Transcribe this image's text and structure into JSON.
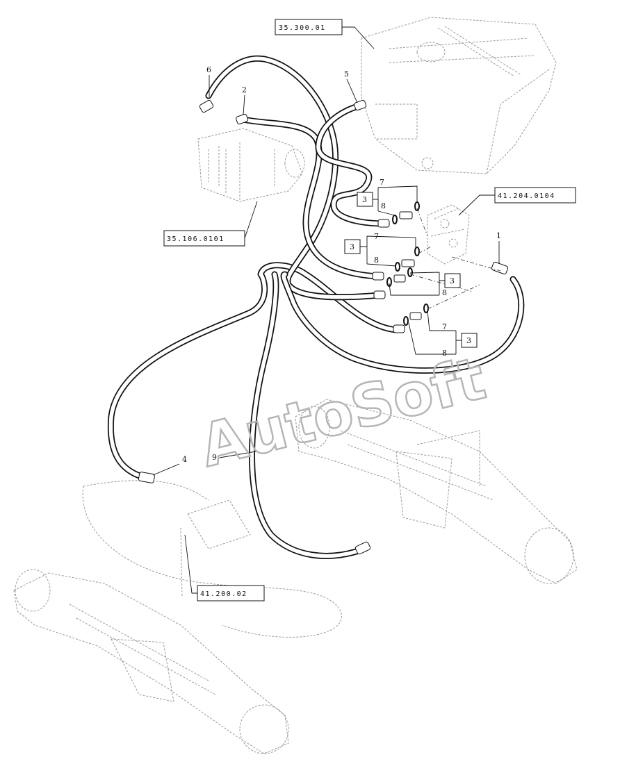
{
  "references": {
    "ref_35_300": "35.300.01",
    "ref_41_204": "41.204.0104",
    "ref_35_106": "35.106.0101",
    "ref_41_200": "41.200.02"
  },
  "callouts": {
    "n1": "1",
    "n2": "2",
    "n4": "4",
    "n5": "5",
    "n6": "6",
    "n7a": "7",
    "n8a": "8",
    "n7b": "7",
    "n8b": "8",
    "n8c": "8",
    "n7d": "7",
    "n8d": "8",
    "n9": "9"
  },
  "kits": {
    "kit_a": "3",
    "kit_b": "3",
    "kit_c": "3",
    "kit_d": "3"
  },
  "watermark": "AutoSoft",
  "colors": {
    "line": "#111111",
    "ghost": "#999999",
    "watermark": "#b5b5b5",
    "background": "#ffffff"
  }
}
